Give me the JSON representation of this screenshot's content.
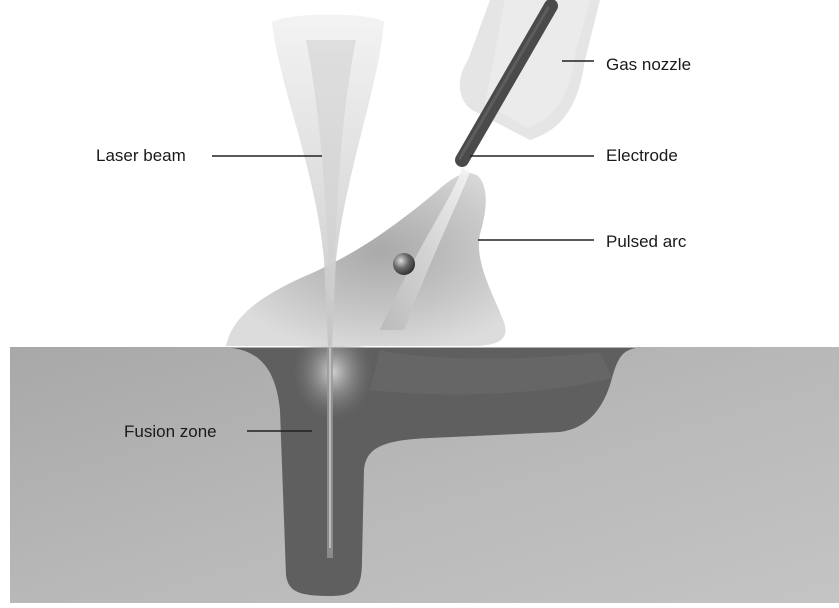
{
  "labels": {
    "gas_nozzle": "Gas nozzle",
    "laser_beam": "Laser beam",
    "electrode": "Electrode",
    "pulsed_arc": "Pulsed arc",
    "fusion_zone": "Fusion zone"
  },
  "colors": {
    "workpiece": "#b2b2b2",
    "fusion_zone": "#5c5c5c",
    "arc_plume": "#c8c8c8",
    "electrode": "#4a4a4a",
    "nozzle": "#e0e0e0",
    "leader_line": "#222222"
  }
}
